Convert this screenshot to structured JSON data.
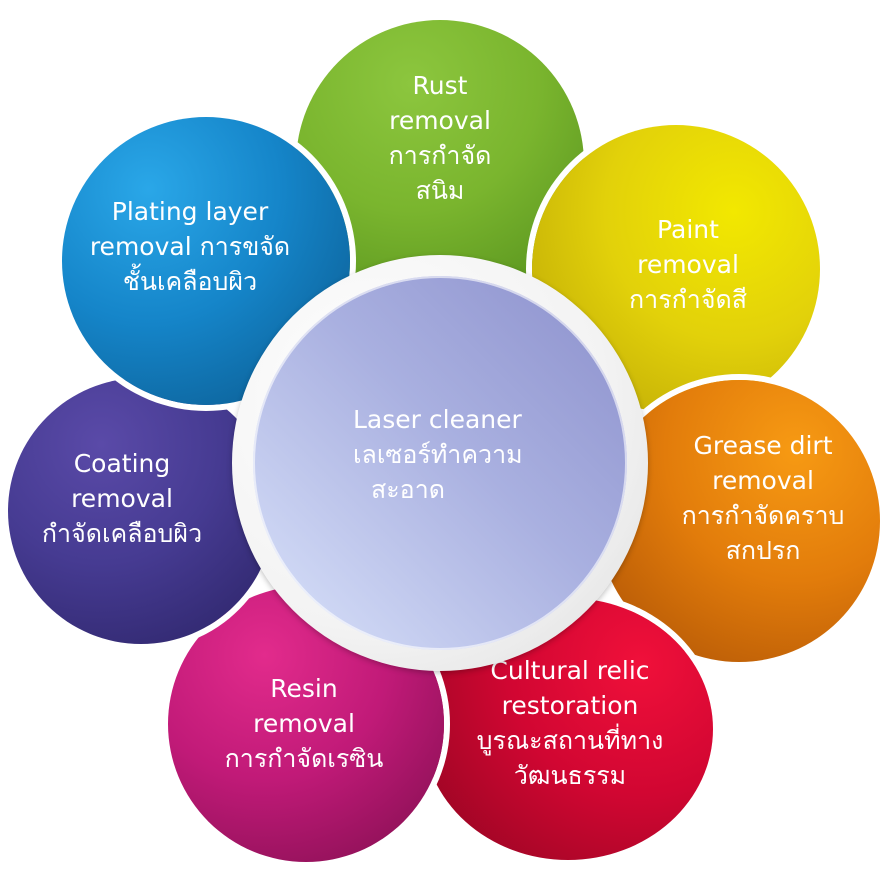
{
  "center": {
    "line1": "Laser cleaner",
    "line2": "เลเซอร์ทำความ",
    "line3": "สะอาด"
  },
  "petals": {
    "rust": {
      "line1": "Rust",
      "line2": "removal",
      "line3": "การกำจัด",
      "line4": "สนิม",
      "color": "#7ab52e"
    },
    "paint": {
      "line1": "Paint",
      "line2": "removal",
      "line3": "การกำจัดสี",
      "color": "#e2d10a"
    },
    "grease": {
      "line1": "Grease dirt",
      "line2": "removal",
      "line3": "การกำจัดคราบ",
      "line4": "สกปรก",
      "color": "#e27c0b"
    },
    "relic": {
      "line1": "Cultural relic",
      "line2": "restoration",
      "line3": "บูรณะสถานที่ทาง",
      "line4": "วัฒนธรรม",
      "color": "#d10632"
    },
    "resin": {
      "line1": "Resin",
      "line2": "removal",
      "line3": "การกำจัดเรซิน",
      "color": "#c11a78"
    },
    "coating": {
      "line1": "Coating",
      "line2": "removal",
      "line3": "กำจัดเคลือบผิว",
      "color": "#463b92"
    },
    "plating": {
      "line1": "Plating layer",
      "line2": "removal การขจัด",
      "line3": "ชั้นเคลือบผิว",
      "color": "#1585c9"
    }
  },
  "center_color": "#a9b0e0"
}
